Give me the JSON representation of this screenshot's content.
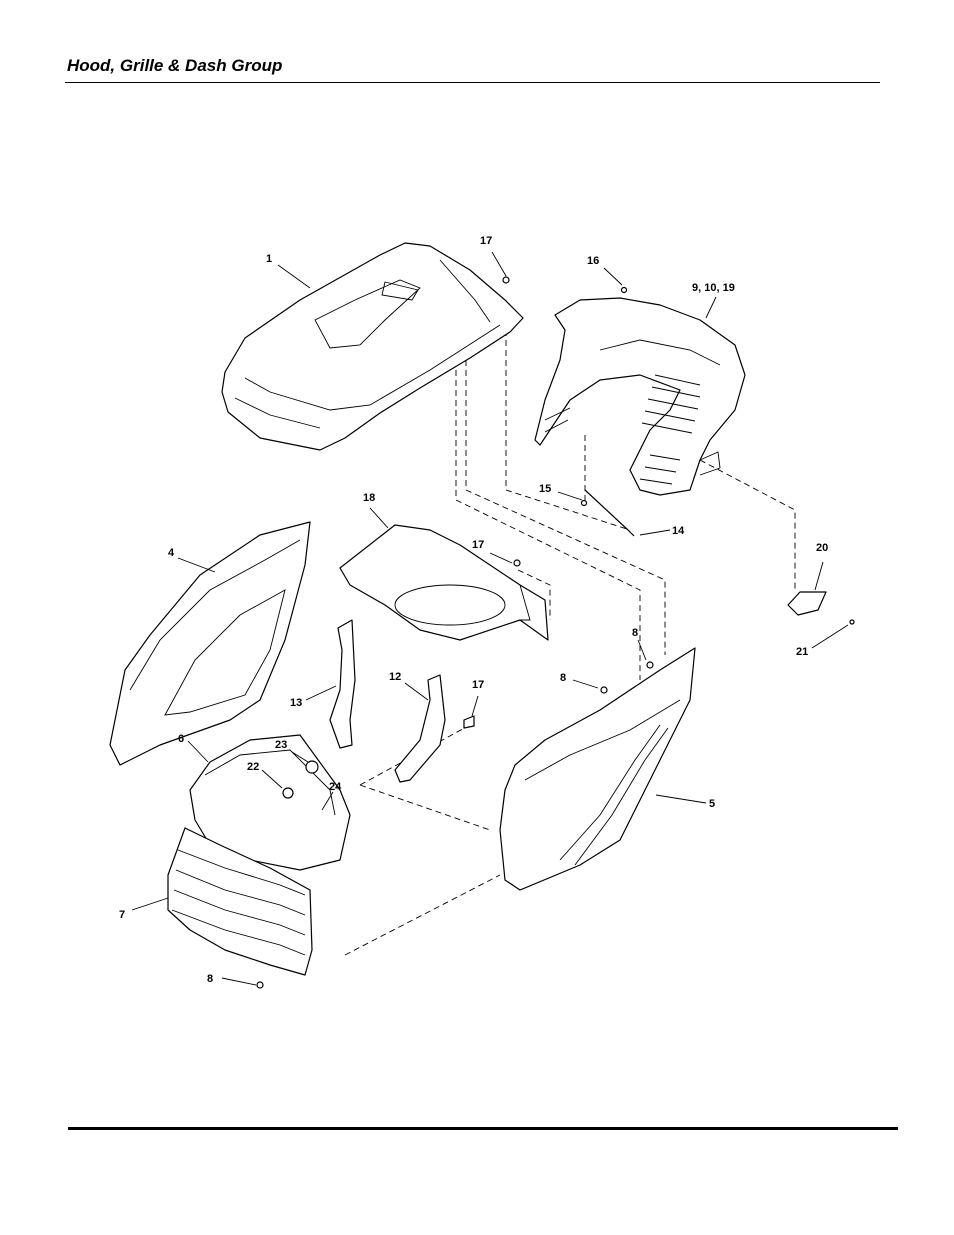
{
  "header": {
    "title": "Hood, Grille & Dash Group"
  },
  "callouts": {
    "c1": "1",
    "c17a": "17",
    "c16": "16",
    "c9": "9, 10, 19",
    "c15": "15",
    "c14": "14",
    "c18": "18",
    "c17b": "17",
    "c4": "4",
    "c20": "20",
    "c21": "21",
    "c8a": "8",
    "c8b": "8",
    "c13": "13",
    "c12": "12",
    "c17c": "17",
    "c6": "6",
    "c23": "23",
    "c22": "22",
    "c24": "24",
    "c5": "5",
    "c7": "7",
    "c8c": "8"
  }
}
